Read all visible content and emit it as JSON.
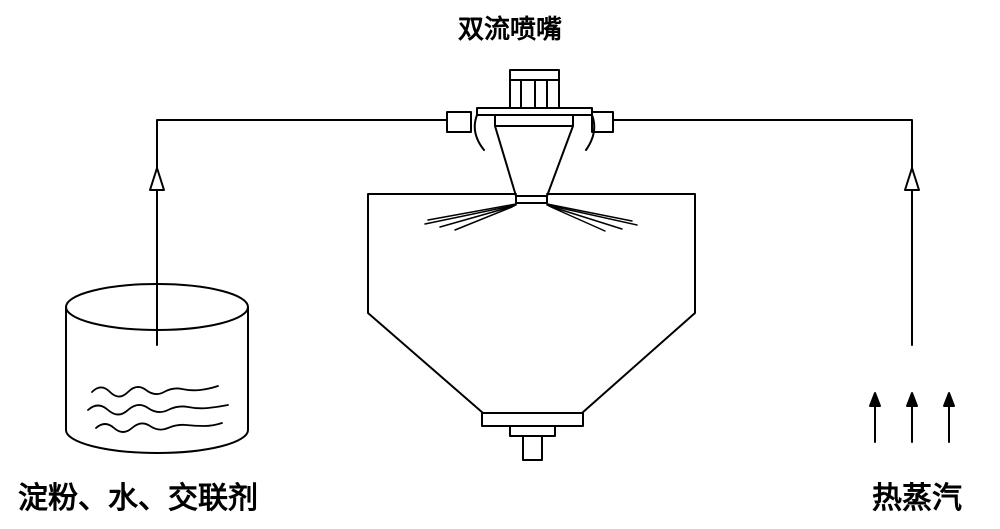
{
  "labels": {
    "nozzle": "双流喷嘴",
    "feed": "淀粉、水、交联剂",
    "steam": "热蒸汽"
  },
  "style": {
    "line_color": "#000000",
    "background": "#ffffff"
  }
}
